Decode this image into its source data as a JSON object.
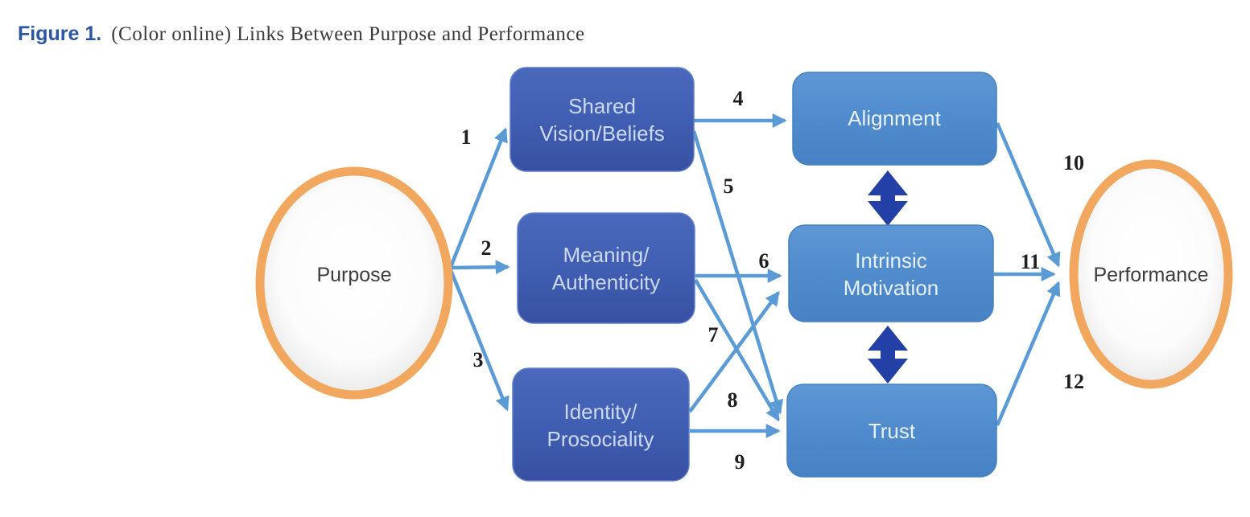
{
  "figure": {
    "label": "Figure 1.",
    "caption": "(Color online) Links Between Purpose and Performance"
  },
  "nodes": {
    "purpose": {
      "label": "Purpose",
      "shape": "oval"
    },
    "shared_vision": {
      "line1": "Shared",
      "line2": "Vision/Beliefs",
      "shape": "rounded-rectangle"
    },
    "meaning": {
      "line1": "Meaning/",
      "line2": "Authenticity",
      "shape": "rounded-rectangle"
    },
    "identity": {
      "line1": "Identity/",
      "line2": "Prosociality",
      "shape": "rounded-rectangle"
    },
    "alignment": {
      "label": "Alignment",
      "shape": "rounded-rectangle"
    },
    "intrinsic_motivation": {
      "line1": "Intrinsic",
      "line2": "Motivation",
      "shape": "rounded-rectangle"
    },
    "trust": {
      "label": "Trust",
      "shape": "rounded-rectangle"
    },
    "performance": {
      "label": "Performance",
      "shape": "oval"
    }
  },
  "links": [
    {
      "number": "1",
      "from": "Purpose",
      "to": "Shared Vision/Beliefs"
    },
    {
      "number": "2",
      "from": "Purpose",
      "to": "Meaning/Authenticity"
    },
    {
      "number": "3",
      "from": "Purpose",
      "to": "Identity/Prosociality"
    },
    {
      "number": "4",
      "from": "Shared Vision/Beliefs",
      "to": "Alignment"
    },
    {
      "number": "5",
      "from": "Shared Vision/Beliefs",
      "to": "Trust"
    },
    {
      "number": "6",
      "from": "Meaning/Authenticity",
      "to": "Intrinsic Motivation"
    },
    {
      "number": "7",
      "from": "Meaning/Authenticity",
      "to": "Trust"
    },
    {
      "number": "8",
      "from": "Identity/Prosociality",
      "to": "Intrinsic Motivation"
    },
    {
      "number": "9",
      "from": "Identity/Prosociality",
      "to": "Trust"
    },
    {
      "number": "10",
      "from": "Alignment",
      "to": "Performance"
    },
    {
      "number": "11",
      "from": "Intrinsic Motivation",
      "to": "Performance"
    },
    {
      "number": "12",
      "from": "Trust",
      "to": "Performance"
    }
  ],
  "bidirectional_links": [
    {
      "between": [
        "Alignment",
        "Intrinsic Motivation"
      ]
    },
    {
      "between": [
        "Intrinsic Motivation",
        "Trust"
      ]
    }
  ],
  "colors": {
    "figure_label": "#2b55a5",
    "caption_text": "#3a3a3a",
    "dark_node_fill": "#4161b5",
    "light_node_fill": "#4f8bcd",
    "dark_node_text": "#ccd8f0",
    "light_node_text": "#e8f1fb",
    "connector": "#5b9bd5",
    "double_arrow": "#2240a6",
    "oval_ring": "#f2a75f",
    "oval_text": "#3d3d3d",
    "number_text": "#1f1f1f"
  }
}
